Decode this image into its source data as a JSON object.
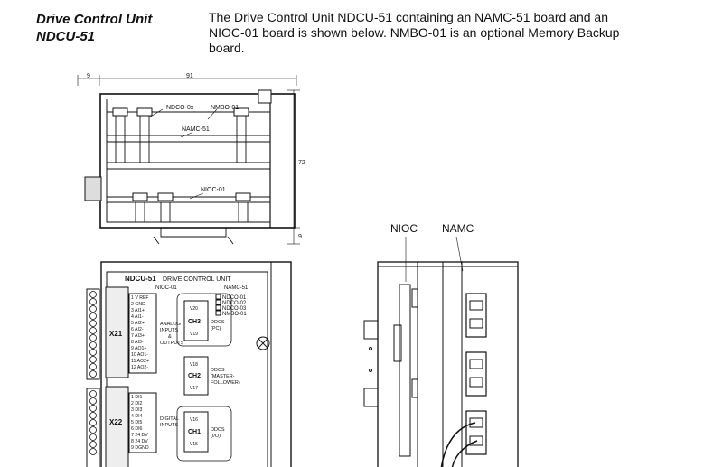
{
  "section": {
    "title_line1": "Drive Control Unit",
    "title_line2": "NDCU-51"
  },
  "intro": "The Drive Control Unit NDCU-51 containing an NAMC-51 board and an NIOC-01 board is shown below. NMBO-01 is an optional Memory Backup board.",
  "top_drawing": {
    "dims": {
      "left": "9",
      "width": "91",
      "height": "72",
      "bottom": "9"
    },
    "labels": {
      "ndco": "NDCO-0x",
      "nmbo": "NMBO-01",
      "namc": "NAMC-51",
      "nioc": "NIOC-01"
    }
  },
  "front_panel": {
    "title": "NDCU-51",
    "title_sub": "DRIVE CONTROL UNIT",
    "nioc_label": "NIOC-01",
    "namc_label": "NAMC-51",
    "x21": {
      "label": "X21",
      "group_label": [
        "ANALOG",
        "INPUTS",
        "&",
        "OUTPUTS"
      ],
      "terminals": [
        "1  V REF",
        "2  GND",
        "3  AI1+",
        "4  AI1-",
        "5  AI2+",
        "6  AI2-",
        "7  AI3+",
        "8  AI3-",
        "9  AO1+",
        "10 AO1-",
        "11 AO2+",
        "12 AO2-"
      ]
    },
    "x22": {
      "label": "X22",
      "group_label": [
        "DIGITAL",
        "INPUTS"
      ],
      "terminals": [
        "1  DI1",
        "2  DI2",
        "3  DI3",
        "4  DI4",
        "5  DI5",
        "6  DI6",
        "7  24 DV",
        "8  24 DV",
        "9  DGND"
      ]
    },
    "namc_options": [
      "NDCO-01",
      "NDCO-02",
      "NDCO-03",
      "NMBO-01"
    ],
    "channels": [
      {
        "name": "CH3",
        "top": "V20",
        "bottom": "V19",
        "desc": [
          "DDCS",
          "(PC)"
        ]
      },
      {
        "name": "CH2",
        "top": "V18",
        "bottom": "V17",
        "desc": [
          "DDCS",
          "(MASTER-",
          "FOLLOWER)"
        ]
      },
      {
        "name": "CH1",
        "top": "V16",
        "bottom": "V15",
        "desc": [
          "DDCS",
          "(I/O)"
        ]
      }
    ]
  },
  "side_view": {
    "nioc_label": "NIOC",
    "namc_label": "NAMC"
  }
}
